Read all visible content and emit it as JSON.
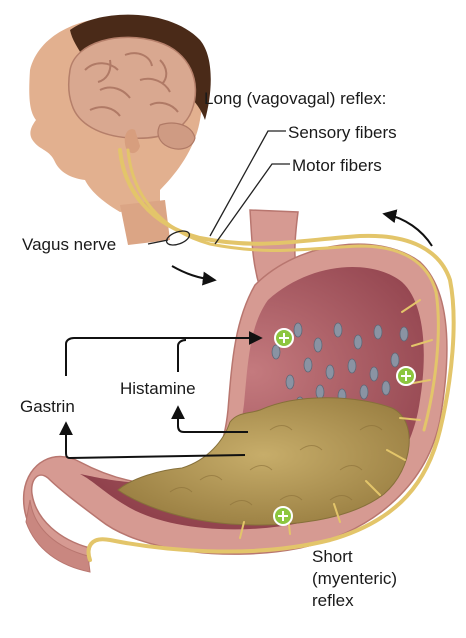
{
  "labels": {
    "long_reflex": "Long (vagovagal) reflex:",
    "sensory_fibers": "Sensory fibers",
    "motor_fibers": "Motor fibers",
    "vagus_nerve": "Vagus nerve",
    "histamine": "Histamine",
    "gastrin": "Gastrin",
    "short_reflex_line1": "Short",
    "short_reflex_line2": "(myenteric)",
    "short_reflex_line3": "reflex"
  },
  "colors": {
    "nerve": "#e3c56a",
    "stomach_wall": "#d69a92",
    "stomach_lumen": "#a8555f",
    "food": "#b59a5a",
    "skin": "#e2b08f",
    "hair": "#4a2a18",
    "brain": "#d9a890",
    "arrow": "#111111",
    "stimulate_marker": "#8cc63f"
  }
}
